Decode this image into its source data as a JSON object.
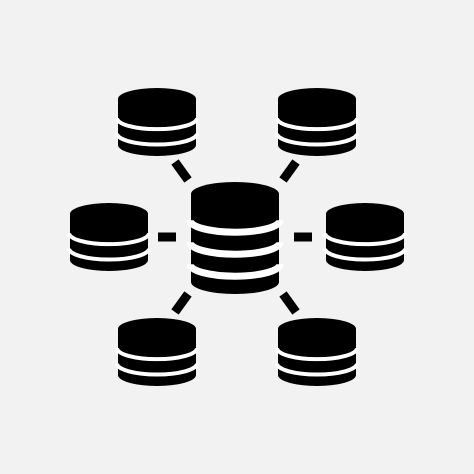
{
  "icon": {
    "name": "distributed-database-network-icon",
    "background_color": "#f2f2f2",
    "foreground_color": "#000000",
    "band_color": "#ffffff",
    "nodes": [
      {
        "name": "database-icon-center",
        "role": "hub",
        "discs": 4
      },
      {
        "name": "database-icon-top-left",
        "role": "satellite",
        "discs": 3
      },
      {
        "name": "database-icon-top-right",
        "role": "satellite",
        "discs": 3
      },
      {
        "name": "database-icon-mid-left",
        "role": "satellite",
        "discs": 3
      },
      {
        "name": "database-icon-mid-right",
        "role": "satellite",
        "discs": 3
      },
      {
        "name": "database-icon-bottom-left",
        "role": "satellite",
        "discs": 3
      },
      {
        "name": "database-icon-bottom-right",
        "role": "satellite",
        "discs": 3
      }
    ]
  }
}
